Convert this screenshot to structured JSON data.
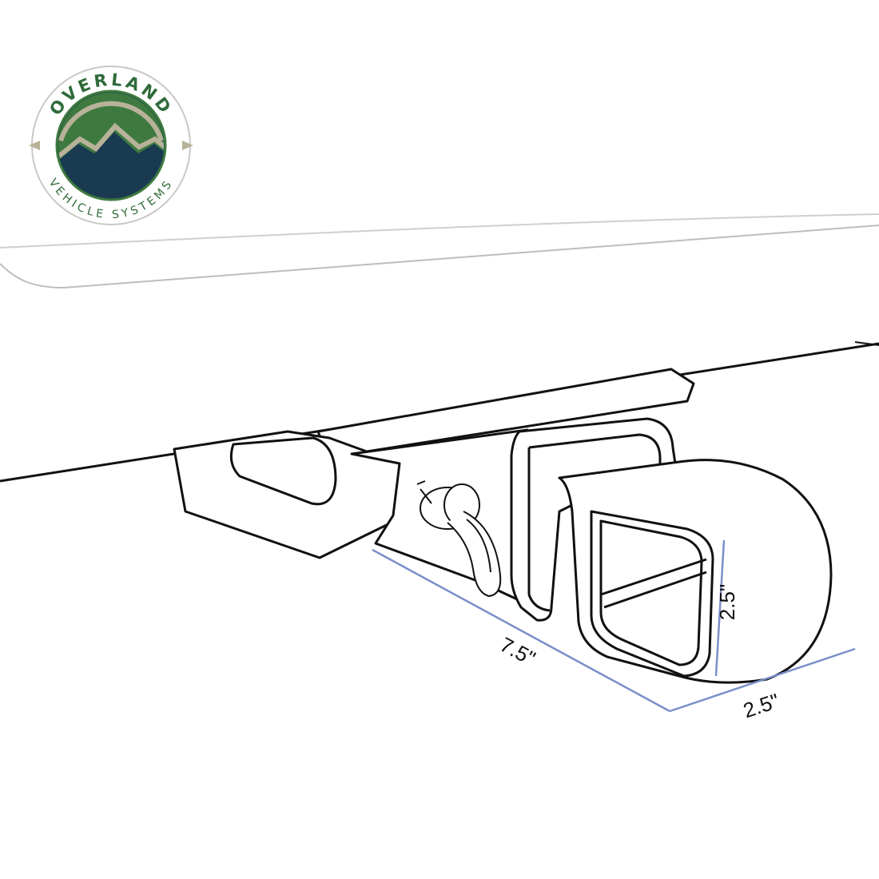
{
  "logo": {
    "top_text": "OVERLAND",
    "bottom_text": "VEHICLE SYSTEMS",
    "colors": {
      "green": "#3e7a3f",
      "navy": "#1a3a52",
      "tan": "#b9b29a",
      "ring": "#c9c9c4",
      "text_green": "#2f6b3a"
    }
  },
  "illustration": {
    "subject": "hitch receiver mounted under vehicle",
    "line_color": "#111111",
    "dimension_line_color": "#7b8fc9"
  },
  "dimensions": {
    "length": "7.5\"",
    "width": "2.5\"",
    "height": "2.5\""
  }
}
